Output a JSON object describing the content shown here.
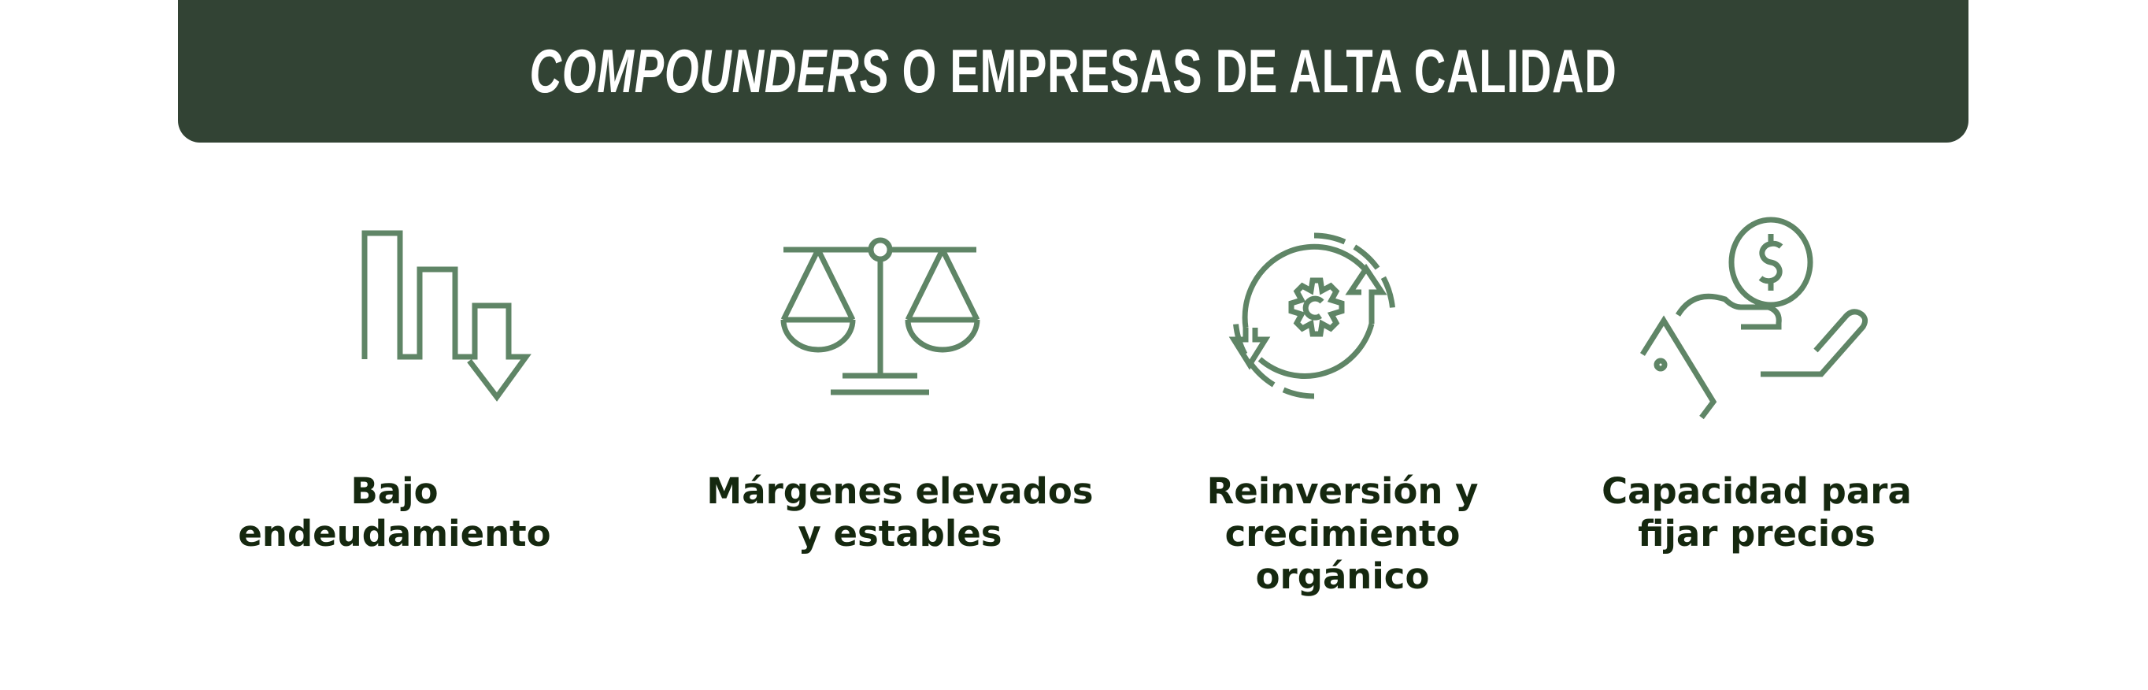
{
  "header": {
    "title_emphasis": "COMPOUNDERS",
    "title_rest": "O EMPRESAS DE ALTA CALIDAD"
  },
  "features": [
    {
      "icon": "chart-down-icon",
      "lines": [
        "Bajo",
        "endeudamiento"
      ]
    },
    {
      "icon": "balance-scale-icon",
      "lines": [
        "Márgenes elevados",
        "y estables"
      ]
    },
    {
      "icon": "gear-cycle-icon",
      "lines": [
        "Reinversión y",
        "crecimiento",
        "orgánico"
      ]
    },
    {
      "icon": "hand-coin-icon",
      "lines": [
        "Capacidad para",
        "fijar precios"
      ]
    }
  ],
  "colors": {
    "banner": "#324334",
    "icon": "#5f8566",
    "text": "#15280f"
  }
}
